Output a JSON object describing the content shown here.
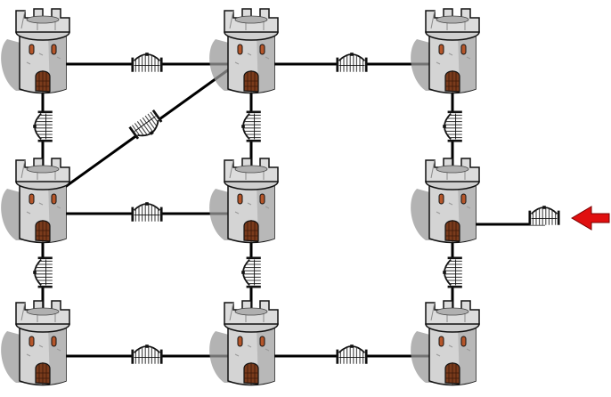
{
  "diagram": {
    "towers": [
      {
        "id": "r1c1",
        "row": 1,
        "col": 1
      },
      {
        "id": "r1c2",
        "row": 1,
        "col": 2
      },
      {
        "id": "r1c3",
        "row": 1,
        "col": 3
      },
      {
        "id": "r2c1",
        "row": 2,
        "col": 1
      },
      {
        "id": "r2c2",
        "row": 2,
        "col": 2
      },
      {
        "id": "r2c3",
        "row": 2,
        "col": 3
      },
      {
        "id": "r3c1",
        "row": 3,
        "col": 1
      },
      {
        "id": "r3c2",
        "row": 3,
        "col": 2
      },
      {
        "id": "r3c3",
        "row": 3,
        "col": 3
      }
    ],
    "walls": [
      {
        "from": "r1c1",
        "to": "r1c2",
        "gate": "horizontal"
      },
      {
        "from": "r1c2",
        "to": "r1c3",
        "gate": "horizontal"
      },
      {
        "from": "r1c1",
        "to": "r2c1",
        "gate": "vertical"
      },
      {
        "from": "r1c2",
        "to": "r2c2",
        "gate": "vertical"
      },
      {
        "from": "r1c3",
        "to": "r2c3",
        "gate": "vertical"
      },
      {
        "from": "r1c2",
        "to": "r2c1",
        "gate": "diagonal"
      },
      {
        "from": "r2c1",
        "to": "r2c2",
        "gate": "horizontal"
      },
      {
        "from": "r2c1",
        "to": "r3c1",
        "gate": "vertical"
      },
      {
        "from": "r2c2",
        "to": "r3c2",
        "gate": "vertical"
      },
      {
        "from": "r2c3",
        "to": "r3c3",
        "gate": "vertical"
      },
      {
        "from": "r3c1",
        "to": "r3c2",
        "gate": "horizontal"
      },
      {
        "from": "r3c2",
        "to": "r3c3",
        "gate": "horizontal"
      }
    ],
    "entrance": {
      "tower": "r2c3",
      "gate": "horizontal",
      "arrow_color": "#e01010"
    },
    "colors": {
      "wall": "#000000",
      "stone": "#d4d4d4",
      "stone_dark": "#8c8c8c",
      "door": "#7a3b1c",
      "window": "#b5562a",
      "shadow": "#9a9a9a"
    }
  }
}
